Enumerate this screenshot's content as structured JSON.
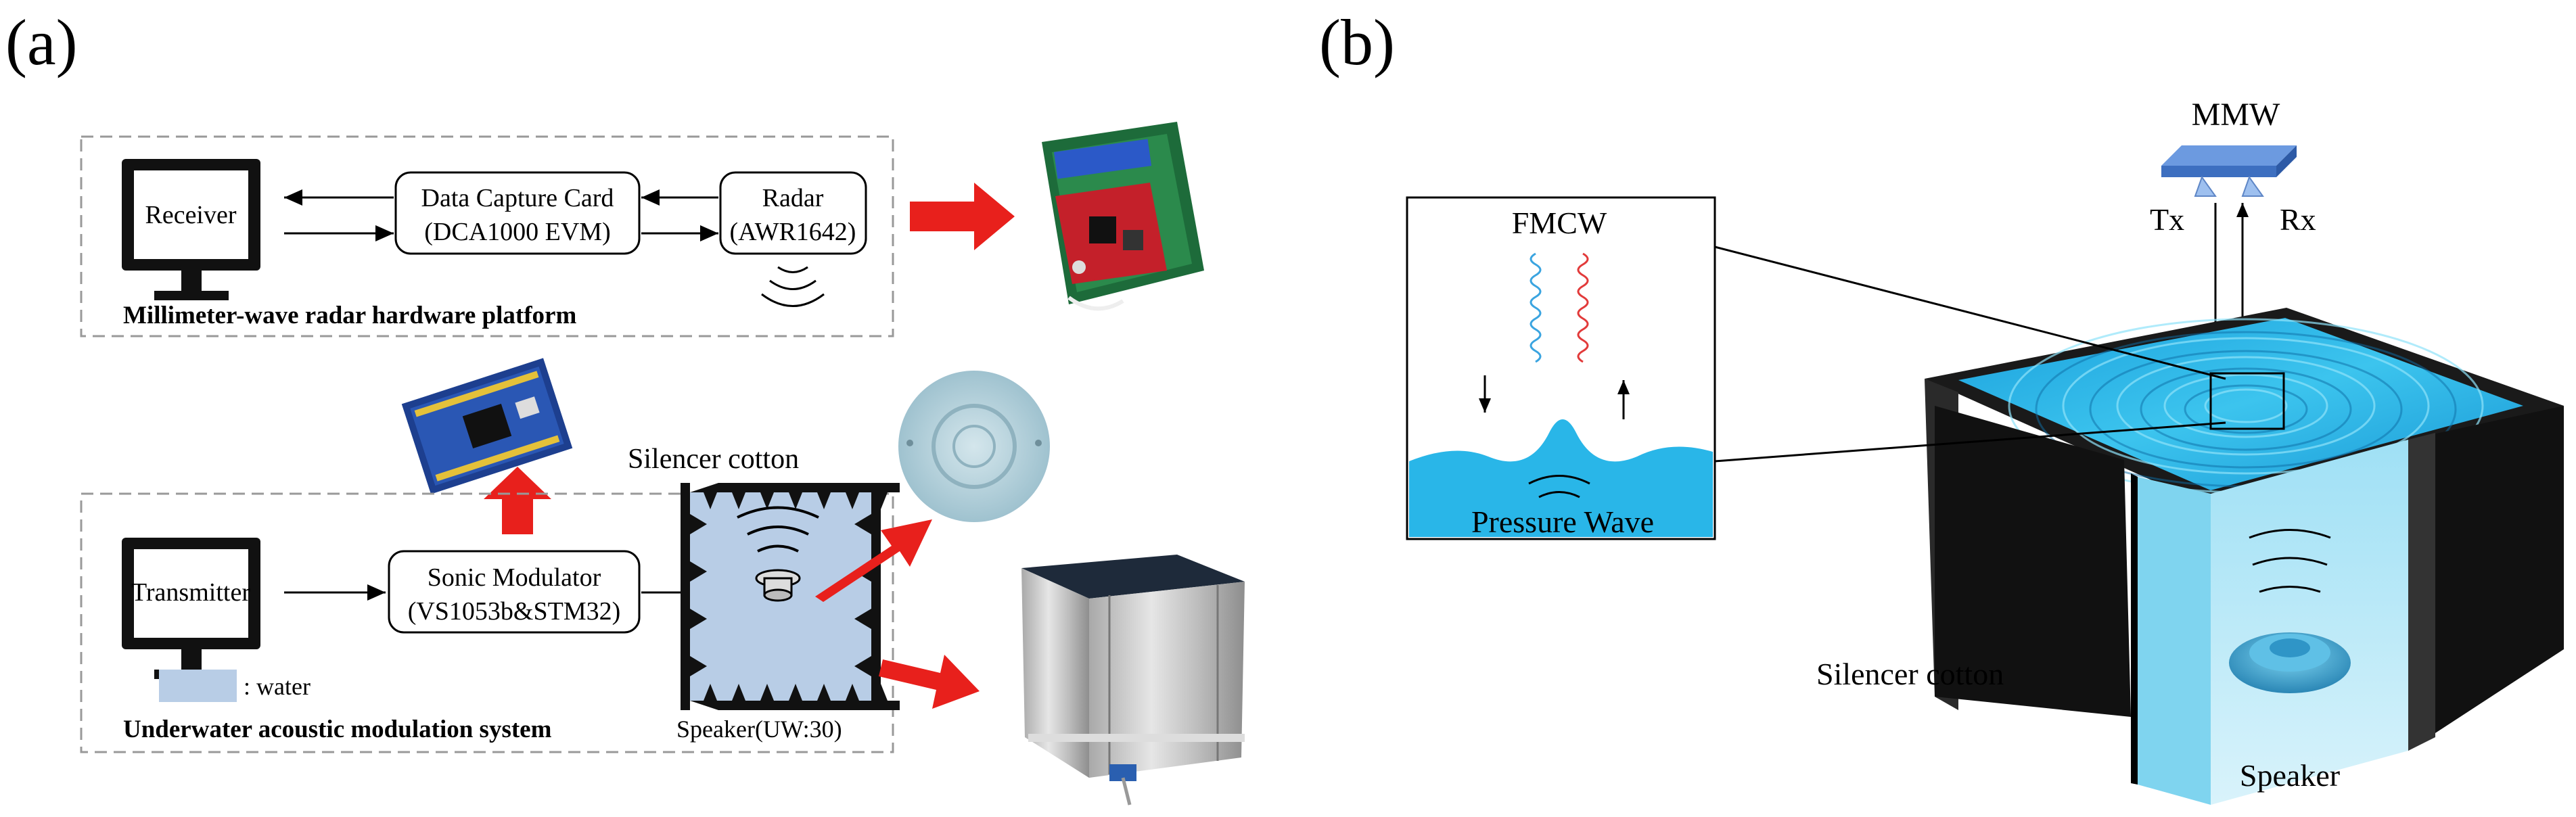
{
  "panel_a": {
    "label": "(a)",
    "radar_platform": {
      "caption": "Millimeter-wave radar hardware platform",
      "receiver": "Receiver",
      "capture_card_line1": "Data Capture Card",
      "capture_card_line2": "(DCA1000 EVM)",
      "radar_line1": "Radar",
      "radar_line2": "(AWR1642)"
    },
    "modulation_system": {
      "caption": "Underwater acoustic modulation system",
      "transmitter": "Transmitter",
      "modulator_line1": "Sonic Modulator",
      "modulator_line2": "(VS1053b&STM32)",
      "silencer_label": "Silencer cotton",
      "speaker_label": "Speaker(UW:30)",
      "legend_text": ":  water"
    }
  },
  "panel_b": {
    "label": "(b)",
    "mmw": "MMW",
    "tx": "Tx",
    "rx": "Rx",
    "fmcw": "FMCW",
    "pressure_wave": "Pressure Wave",
    "silencer_label": "Silencer cotton",
    "speaker_label": "Speaker"
  },
  "colors": {
    "arrow_red": "#e8201c",
    "water_light": "#b8cde6",
    "water_cyan": "#29b6e8",
    "tank_dark": "#1a1a1a",
    "mmw_blue": "#4a7fc8"
  }
}
